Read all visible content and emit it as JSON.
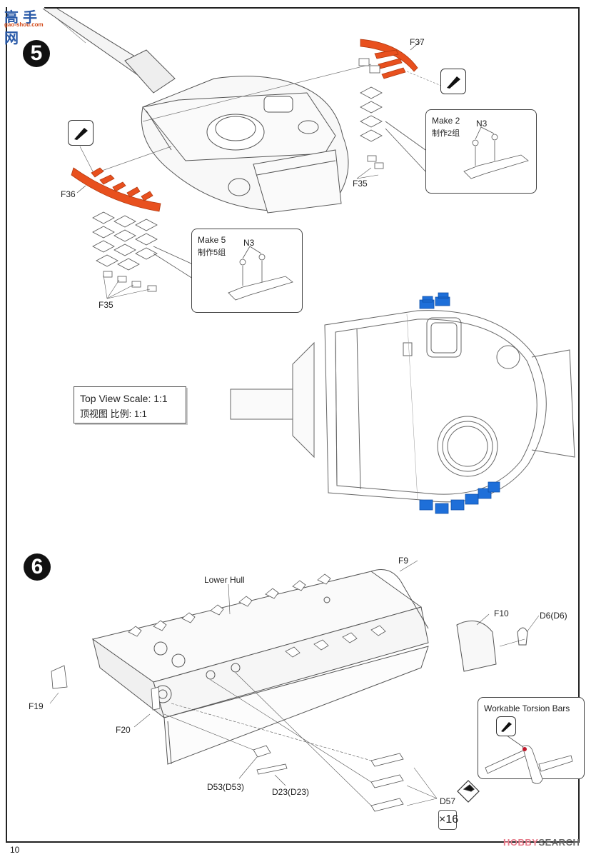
{
  "header": {
    "site_logo_text": "高手网",
    "site_logo_url": "gao-shou.com"
  },
  "step5": {
    "number": "5",
    "parts": {
      "f37": "F37",
      "f36": "F36",
      "f35_right": "F35",
      "f35_left": "F35"
    },
    "callout_make2": {
      "line1": "Make 2",
      "line2": "制作2组",
      "part": "N3"
    },
    "callout_make5": {
      "line1": "Make 5",
      "line2": "制作5组",
      "part": "N3"
    },
    "scale_box": {
      "line1": "Top View Scale: 1:1",
      "line2": "顶视图 比例: 1:1"
    },
    "highlight_color": "#1e6fd9",
    "sprue_color": "#e8501e"
  },
  "step6": {
    "number": "6",
    "parts": {
      "lower_hull": "Lower Hull",
      "f9": "F9",
      "f10": "F10",
      "d6": "D6(D6)",
      "f19": "F19",
      "f20": "F20",
      "d53": "D53(D53)",
      "d23": "D23(D23)",
      "d57": "D57"
    },
    "callout_torsion": {
      "title": "Workable Torsion Bars"
    },
    "quantity": "×16"
  },
  "footer": {
    "page_number": "10",
    "watermark_brand": "HOBBY",
    "watermark_suffix": "SEARCH"
  }
}
